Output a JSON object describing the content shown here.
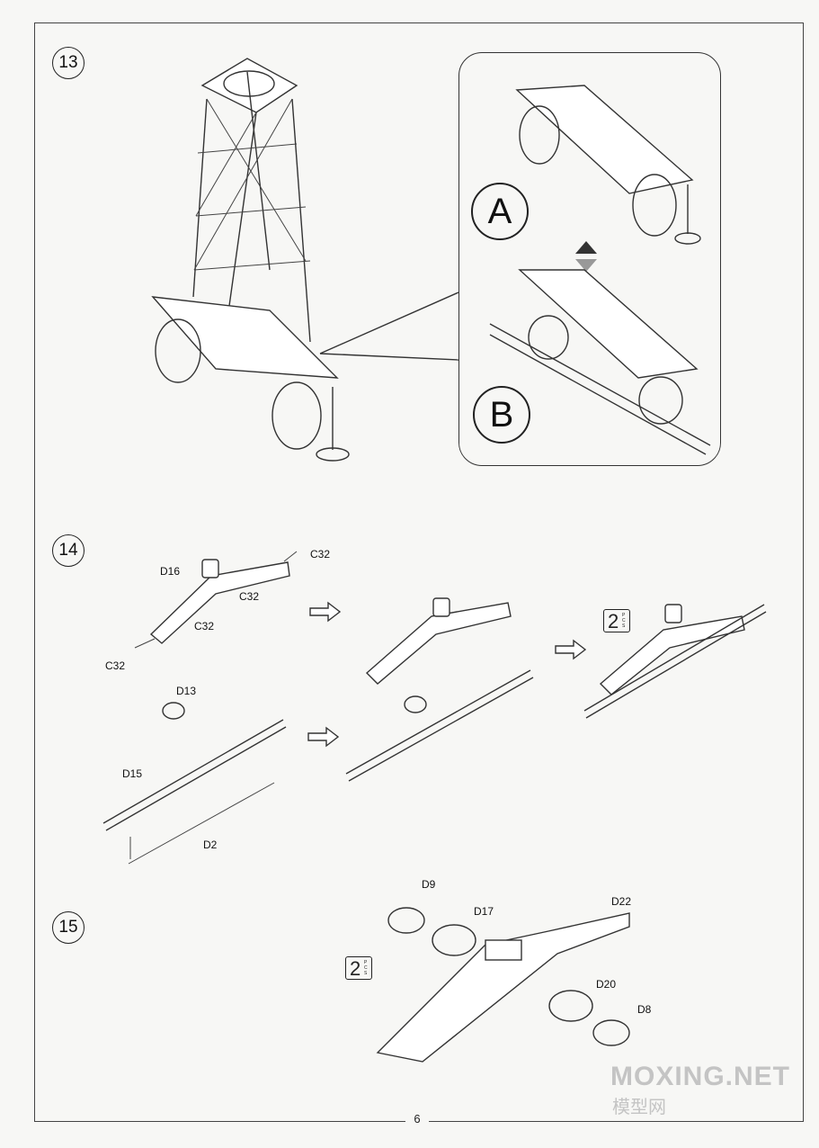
{
  "steps": [
    {
      "number": "13"
    },
    {
      "number": "14"
    },
    {
      "number": "15"
    }
  ],
  "step13": {
    "view_a": "A",
    "view_b": "B"
  },
  "step14": {
    "labels": {
      "d16": "D16",
      "c32_top": "C32",
      "c32_mid": "C32",
      "c32_low": "C32",
      "c32_left": "C32",
      "d13": "D13",
      "d15": "D15",
      "d2": "D2"
    },
    "quantity": {
      "count": "2",
      "unit": "PCS"
    }
  },
  "step15": {
    "labels": {
      "d9": "D9",
      "d17": "D17",
      "d22": "D22",
      "d20": "D20",
      "d8": "D8"
    },
    "quantity": {
      "count": "2",
      "unit": "PCS"
    }
  },
  "page_number": "6",
  "watermark": {
    "line1": "MOXING.NET",
    "line2": "模型网"
  }
}
